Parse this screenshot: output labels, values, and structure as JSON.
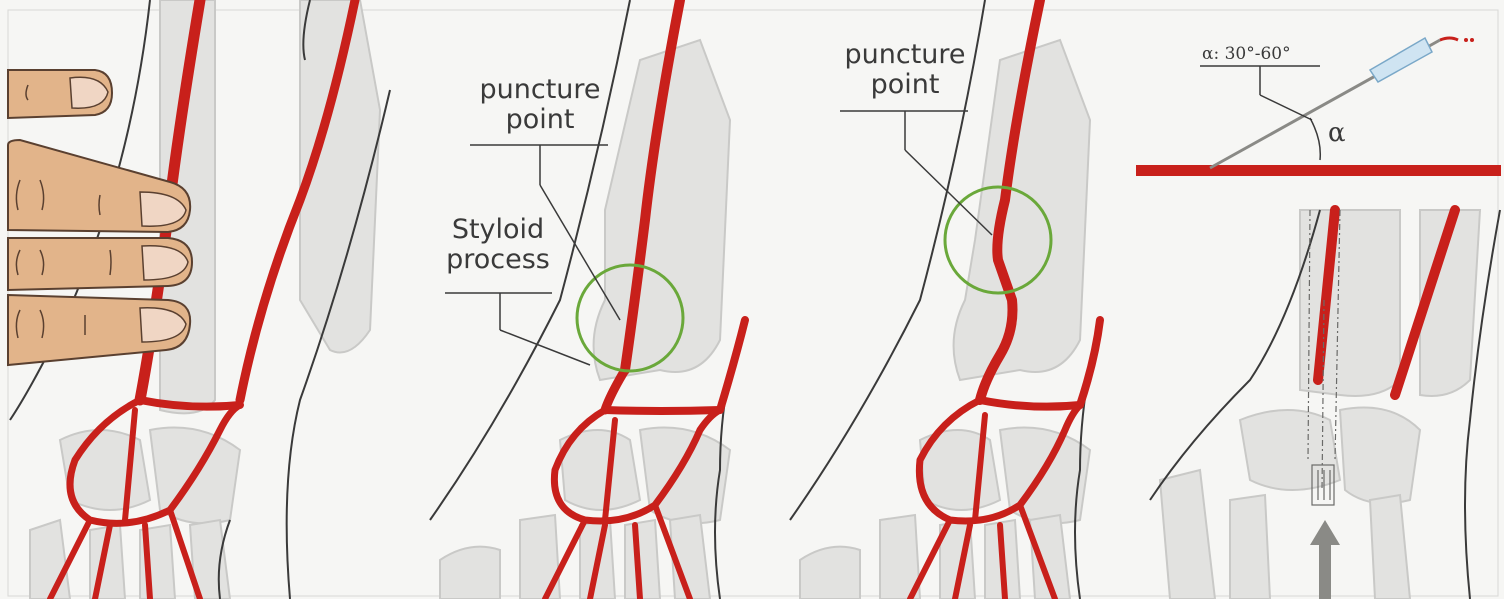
{
  "panel2": {
    "puncture_line1": "puncture",
    "puncture_line2": "point",
    "styloid_line1": "Styloid",
    "styloid_line2": "process"
  },
  "panel3": {
    "puncture_line1": "puncture",
    "puncture_line2": "point"
  },
  "panel4": {
    "angle_range": "α: 30°-60°",
    "angle_symbol": "α"
  },
  "colors": {
    "artery": "#c8201b",
    "bone": "#e2e2e0",
    "bone_outline": "#c9c9c7",
    "outline": "#3a3a3a",
    "highlight_circle": "#6aa83a",
    "skin": "#e2b48a",
    "arrow": "#8a8a86"
  },
  "icons": {
    "finger": "palpating-fingers-icon",
    "needle": "needle-icon",
    "cannula": "cannula-icon",
    "arrow": "arrow-up-icon"
  }
}
